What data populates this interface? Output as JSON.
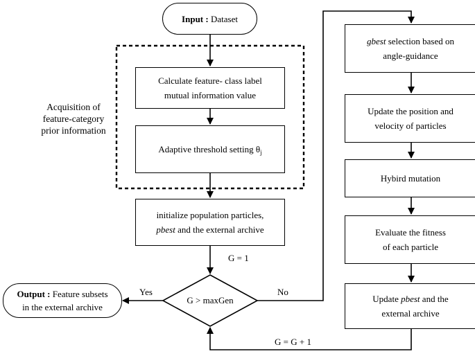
{
  "input": {
    "bold": "Input :",
    "rest": " Dataset"
  },
  "calc_mi": {
    "line1": "Calculate feature- class label",
    "line2": "mutual information value"
  },
  "adaptive": {
    "text": "Adaptive threshold setting θ",
    "sub": "j"
  },
  "acquisition": {
    "line1": "Acquisition of",
    "line2": "feature-category",
    "line3": "prior information"
  },
  "init": {
    "line1": "initialize  population particles,",
    "pbest": "pbest",
    "line2_rest": " and the external archive"
  },
  "g1": "G = 1",
  "decision": "G > maxGen",
  "yes": "Yes",
  "no": "No",
  "output": {
    "bold": "Output :",
    "rest": " Feature subsets",
    "line2": "in the external archive"
  },
  "gbest_box": {
    "gbest": "gbest",
    "line1_rest": " selection based on",
    "line2": "angle-guidance"
  },
  "update_pos": {
    "line1": "Update the position and",
    "line2": "velocity of particles"
  },
  "mutation": "Hybird mutation",
  "evaluate": {
    "line1": "Evaluate the fitness",
    "line2": "of each particle"
  },
  "update_pbest": {
    "line1_pre": "Update ",
    "pbest": "pbest",
    "line1_post": " and the",
    "line2": "external archive"
  },
  "g_inc": "G = G + 1"
}
